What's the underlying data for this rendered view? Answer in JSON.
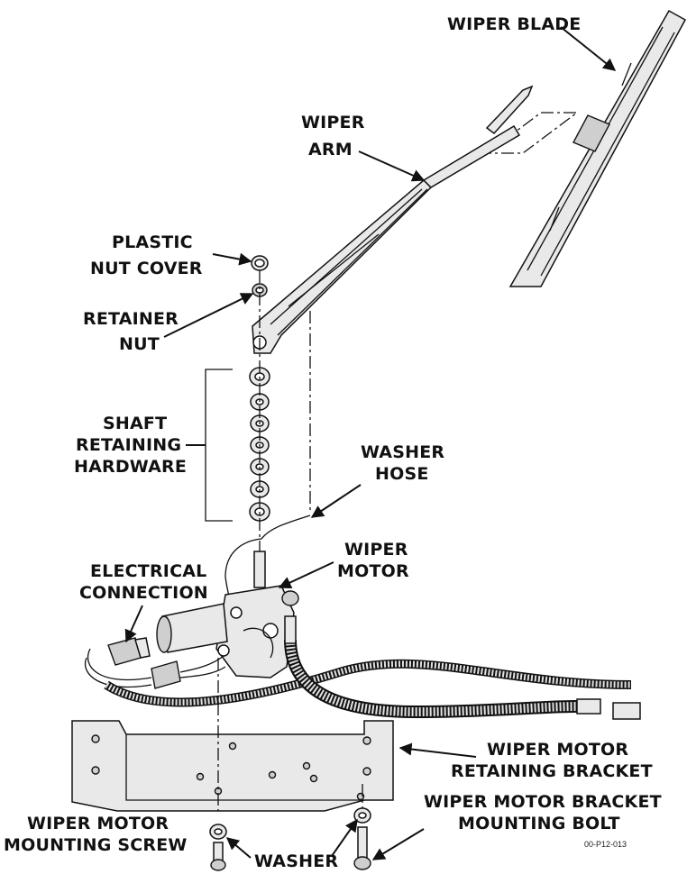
{
  "labels": {
    "wiper_blade": "WIPER BLADE",
    "wiper_arm_1": "WIPER",
    "wiper_arm_2": "ARM",
    "plastic_nut_cover_1": "PLASTIC",
    "plastic_nut_cover_2": "NUT COVER",
    "retainer_nut_1": "RETAINER",
    "retainer_nut_2": "NUT",
    "shaft_hardware_1": "SHAFT",
    "shaft_hardware_2": "RETAINING",
    "shaft_hardware_3": "HARDWARE",
    "washer_hose_1": "WASHER",
    "washer_hose_2": "HOSE",
    "wiper_motor_1": "WIPER",
    "wiper_motor_2": "MOTOR",
    "electrical_connection_1": "ELECTRICAL",
    "electrical_connection_2": "CONNECTION",
    "retaining_bracket_1": "WIPER MOTOR",
    "retaining_bracket_2": "RETAINING BRACKET",
    "bracket_bolt_1": "WIPER MOTOR BRACKET",
    "bracket_bolt_2": "MOUNTING BOLT",
    "mounting_screw_1": "WIPER MOTOR",
    "mounting_screw_2": "MOUNTING SCREW",
    "washer": "WASHER",
    "figure_code": "00-P12-013"
  }
}
